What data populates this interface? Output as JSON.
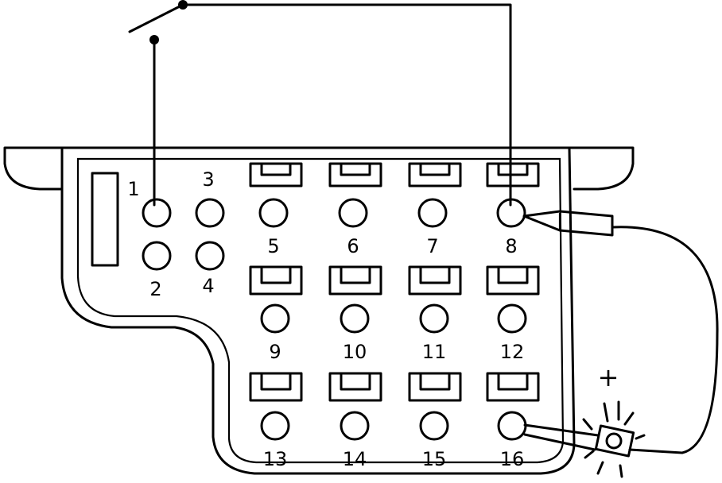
{
  "terminals": [
    {
      "id": "1",
      "label": "1"
    },
    {
      "id": "2",
      "label": "2"
    },
    {
      "id": "3",
      "label": "3"
    },
    {
      "id": "4",
      "label": "4"
    },
    {
      "id": "5",
      "label": "5"
    },
    {
      "id": "6",
      "label": "6"
    },
    {
      "id": "7",
      "label": "7"
    },
    {
      "id": "8",
      "label": "8"
    },
    {
      "id": "9",
      "label": "9"
    },
    {
      "id": "10",
      "label": "10"
    },
    {
      "id": "11",
      "label": "11"
    },
    {
      "id": "12",
      "label": "12"
    },
    {
      "id": "13",
      "label": "13"
    },
    {
      "id": "14",
      "label": "14"
    },
    {
      "id": "15",
      "label": "15"
    },
    {
      "id": "16",
      "label": "16"
    }
  ],
  "polarity_label": "+",
  "lamp_state": "lit"
}
